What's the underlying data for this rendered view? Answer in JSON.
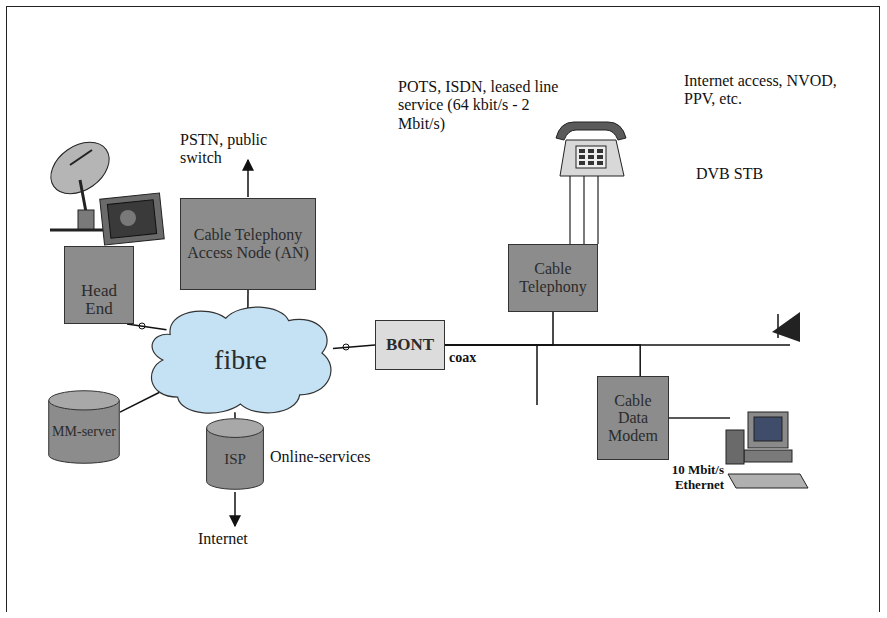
{
  "diagram": {
    "nodes": [
      {
        "text": [
          "Head End"
        ]
      },
      {
        "text": [
          "Cable Telephony Access Node (AN)"
        ]
      },
      {
        "text": [
          "fibre"
        ]
      },
      {
        "text": [
          "MM-server"
        ]
      },
      {
        "text": [
          "ISP"
        ]
      },
      {
        "text": [
          "BONT"
        ]
      },
      {
        "text": [
          "Cable Telephony"
        ]
      },
      {
        "text": [
          "Cable Data Modem"
        ]
      }
    ],
    "edges": [
      {
        "from": 0,
        "to": 2,
        "arrow": "none"
      },
      {
        "from": 1,
        "to": 2,
        "arrow": "none"
      },
      {
        "from": 3,
        "to": 2,
        "arrow": "none"
      },
      {
        "from": 4,
        "to": 2,
        "arrow": "none"
      },
      {
        "from": 2,
        "to": 5,
        "arrow": "none"
      },
      {
        "from": 5,
        "to": 6,
        "arrow": "none"
      },
      {
        "from": 5,
        "to": 7,
        "arrow": "none"
      }
    ],
    "labels": [
      "PSTN, public switch",
      "POTS, ISDN, leased line service (64 kbit/s - 2 Mbit/s)",
      "Internet access, NVOD, PPV, etc.",
      "DVB STB",
      "coax",
      "Online-services",
      "Internet",
      "10 Mbit/s Ethernet"
    ]
  }
}
